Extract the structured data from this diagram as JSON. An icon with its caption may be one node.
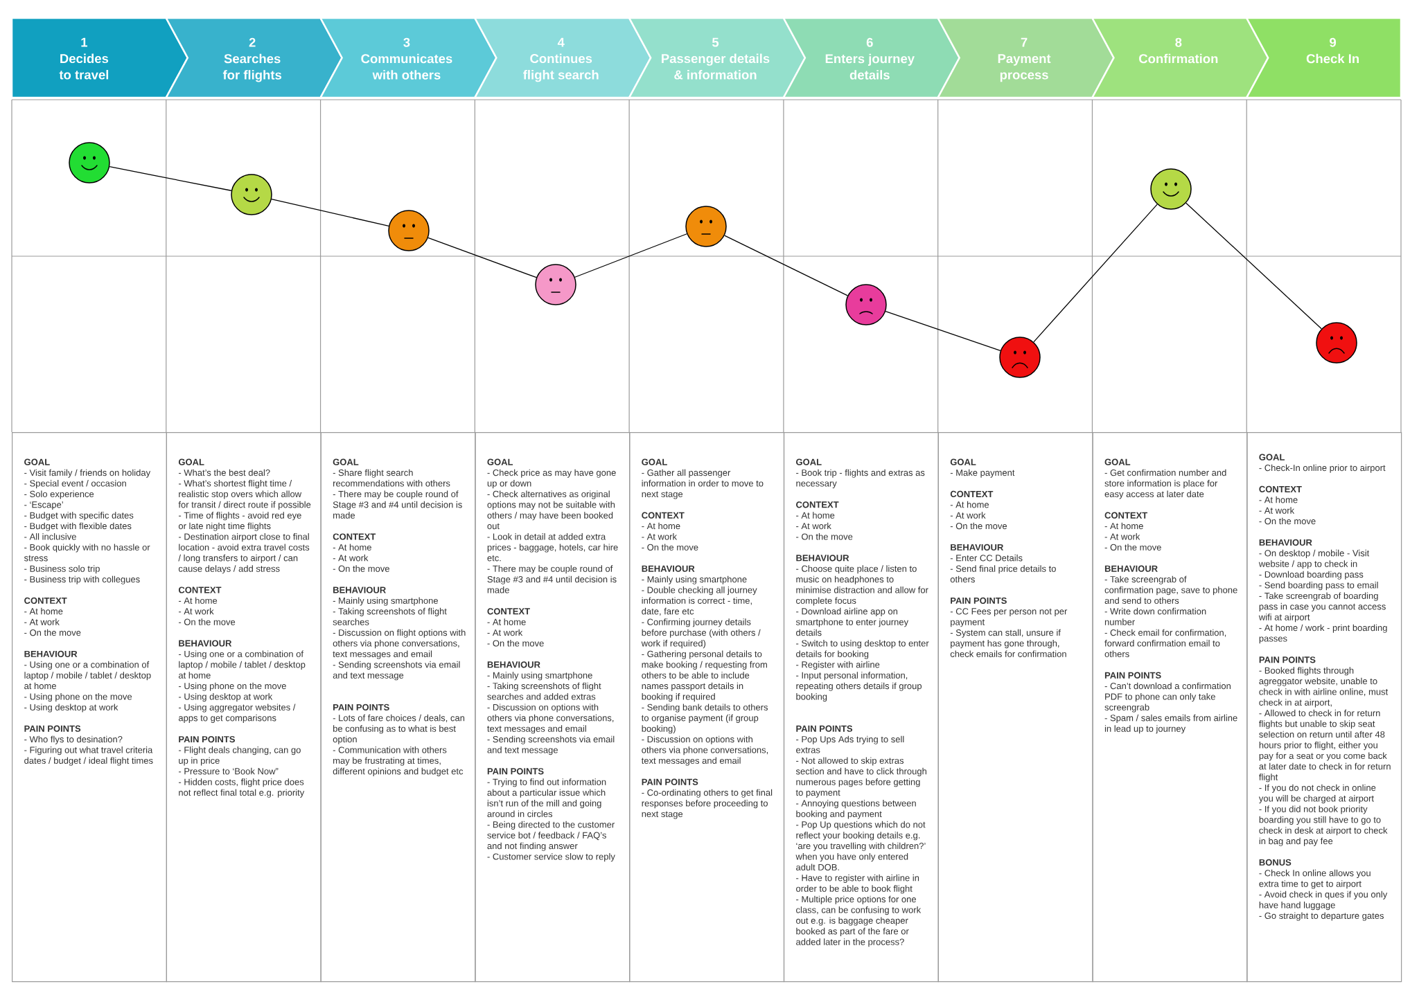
{
  "diagram": {
    "nodes": [
      {
        "text": [
          "1",
          "Decides to travel"
        ]
      },
      {
        "text": [
          "2",
          "Searches for flights"
        ]
      },
      {
        "text": [
          "3",
          "Communicates with others"
        ]
      },
      {
        "text": [
          "4",
          "Continues flight search"
        ]
      },
      {
        "text": [
          "5",
          "Passenger details & information"
        ]
      },
      {
        "text": [
          "6",
          "Enters journey details"
        ]
      },
      {
        "text": [
          "7",
          "Payment process"
        ]
      },
      {
        "text": [
          "8",
          "Confirmation"
        ]
      },
      {
        "text": [
          "9",
          "Check In"
        ]
      },
      {
        "text": [],
        "shape": "circle"
      },
      {
        "text": [],
        "shape": "circle"
      },
      {
        "text": [],
        "shape": "circle"
      },
      {
        "text": [],
        "shape": "circle"
      },
      {
        "text": [],
        "shape": "circle"
      },
      {
        "text": [],
        "shape": "circle"
      },
      {
        "text": [],
        "shape": "circle"
      },
      {
        "text": [],
        "shape": "circle"
      },
      {
        "text": [],
        "shape": "circle"
      },
      {
        "text": [
          "GOAL",
          "- Visit family / friends on holiday",
          "- Special event / occasion",
          "- Solo experience",
          "- ‘Escape’",
          "- Budget with specific dates",
          "- Budget with flexible dates",
          "- All inclusive",
          "- Book quickly with no hassle or stress",
          "- Business solo trip",
          "- Business trip with collegues",
          "CONTEXT",
          "- At home",
          "- At work",
          "- On the move",
          "BEHAVIOUR",
          "- Using one or a combination of laptop / mobile / tablet / desktop at home",
          "- Using phone on the move",
          "- Using desktop at work",
          "PAIN POINTS",
          "- Who flys to desination?",
          "- Figuring out what travel criteria dates / budget / ideal flight times"
        ]
      },
      {
        "text": [
          "GOAL",
          "- What’s the best deal?",
          "- What’s shortest flight time / realistic stop overs which allow for transit / direct route if possible",
          "- Time of flights - avoid red eye or late night time flights",
          "- Destination airport close to final location - avoid extra travel costs / long transfers to airport / can cause delays / add stress",
          "CONTEXT",
          "- At home",
          "- At work",
          "- On the move",
          "BEHAVIOUR",
          "- Using one or a combination of laptop / mobile / tablet / desktop at home",
          "- Using phone on the move",
          "- Using desktop at work",
          "- Using aggregator websites / apps to get comparisons",
          "PAIN POINTS",
          "- Flight deals changing, can go up in price",
          "- Pressure to ‘Book Now”",
          "- Hidden costs, flight price does not reflect final total e.g. priority"
        ]
      },
      {
        "text": [
          "GOAL",
          "- Share flight search recommendations with others",
          "- There may be couple round of Stage #3 and #4 until decision is made",
          "CONTEXT",
          "- At home",
          "- At work",
          "- On the move",
          "BEHAVIOUR",
          "- Mainly using smartphone",
          "- Taking screenshots of flight searches",
          "- Discussion on flight options with others via phone conversations, text messages and email",
          "- Sending screenshots via email and text message",
          "PAIN POINTS",
          "- Lots of fare choices / deals, can be confusing as to what is best option",
          "- Communication with others may be frustrating at times, different opinions and budget etc"
        ]
      },
      {
        "text": [
          "GOAL",
          "- Check price as may have gone up or down",
          "- Check alternatives as original options may not be suitable with others / may have been booked out",
          "- Look in detail at added extra prices - baggage, hotels, car hire etc.",
          "- There may be couple round of Stage #3 and #4 until decision is made",
          "CONTEXT",
          "- At home",
          "- At work",
          "- On the move",
          "BEHAVIOUR",
          "- Mainly using smartphone",
          "- Taking screenshots of flight searches and added extras",
          "- Discussion on options with others via phone conversations, text messages and email",
          "- Sending screenshots via email and text message",
          "PAIN POINTS",
          "- Trying to find out information about a particular issue which isn’t run of the mill and going around in circles",
          "- Being directed to the customer service bot / feedback / FAQ’s and not finding answer",
          "- Customer service slow to reply"
        ]
      },
      {
        "text": [
          "GOAL",
          "- Gather all passenger information in order to move to next stage",
          "CONTEXT",
          "- At home",
          "- At work",
          "- On the move",
          "BEHAVIOUR",
          "- Mainly using smartphone",
          "- Double checking all journey information is correct - time, date, fare etc",
          "- Confirming journey details before purchase (with others / work if required)",
          "- Gathering personal details to make booking / requesting from others to be able to include names passport details in booking if required",
          "- Sending bank details to others to organise payment (if group booking)",
          "- Discussion on options with others via phone conversations, text messages and email",
          "PAIN POINTS",
          "- Co-ordinating others to get final responses before proceeding to next stage"
        ]
      },
      {
        "text": [
          "GOAL",
          "- Book trip - flights and extras as necessary",
          "CONTEXT",
          "- At home",
          "- At work",
          "- On the move",
          "BEHAVIOUR",
          "- Choose quite place / listen to music on headphones to minimise distraction and allow for complete focus",
          "- Download airline app on smartphone to enter journey details",
          "- Switch to using desktop to enter details for booking",
          "- Register with airline",
          "- Input personal information, repeating others details if group booking",
          "PAIN POINTS",
          "- Pop Ups Ads trying to sell extras",
          "- Not allowed to skip extras section and have to click through numerous pages before getting to payment",
          "- Annoying questions between booking and payment",
          "- Pop Up questions which do not reflect your booking details e.g. ‘are you travelling with children?’ when you have only entered adult DOB.",
          "- Have to register with airline in order to be able to book flight",
          "- Multiple price options for one class, can be confusing to work out e.g. is baggage cheaper booked as part of the fare or added later in the process?"
        ]
      },
      {
        "text": [
          "GOAL",
          "- Make payment",
          "CONTEXT",
          "- At home",
          "- At work",
          "- On the move",
          "BEHAVIOUR",
          "- Enter CC Details",
          "- Send final price details to others",
          "PAIN POINTS",
          "- CC Fees per person not per payment",
          "- System can stall, unsure if payment has gone through, check emails for confirmation"
        ]
      },
      {
        "text": [
          "GOAL",
          "- Get confirmation number and store information is place for easy access at later date",
          "CONTEXT",
          "- At home",
          "- At work",
          "- On the move",
          "BEHAVIOUR",
          "- Take screengrab of confirmation page, save to phone and send to others",
          "- Write down confirmation number",
          "- Check email for confirmation, forward confirmation email to others",
          "PAIN POINTS",
          "- Can’t download a confirmation PDF to phone can only take screengrab",
          "- Spam / sales emails from airline in lead up to journey"
        ]
      },
      {
        "text": [
          "GOAL",
          "- Check-In online prior to airport",
          "CONTEXT",
          "- At home",
          "- At work",
          "- On the move",
          "BEHAVIOUR",
          "- On desktop / mobile - Visit website / app to check in",
          "- Download boarding pass",
          "- Send boarding pass to email",
          "- Take screengrab of boarding pass in case you cannot access wifi at airport",
          "- At home / work - print boarding passes",
          "PAIN POINTS",
          "- Booked flights through agreggator website, unable to check in with airline online, must check in at airport,",
          "- Allowed to check in for return flights but unable to skip seat selection on return until after 48 hours prior to flight, either you pay for a seat or you come back at later date to check in for return flight",
          "- If you do not check in online you will be charged at airport",
          "- If you did not book priority boarding you still have to go to check in desk at airport to check in bag and pay fee",
          "BONUS",
          "- Check In online allows you extra time to get to airport",
          "- Avoid check in ques if you only have hand luggage",
          "- Go straight to departure gates"
        ]
      }
    ],
    "edges": [
      {
        "from": 9,
        "to": 10,
        "arrow": "none"
      },
      {
        "from": 10,
        "to": 11,
        "arrow": "none"
      },
      {
        "from": 11,
        "to": 12,
        "arrow": "none"
      },
      {
        "from": 12,
        "to": 13,
        "arrow": "none"
      },
      {
        "from": 13,
        "to": 14,
        "arrow": "none"
      },
      {
        "from": 14,
        "to": 15,
        "arrow": "none"
      },
      {
        "from": 15,
        "to": 16,
        "arrow": "none"
      },
      {
        "from": 16,
        "to": 17,
        "arrow": "none"
      }
    ]
  }
}
